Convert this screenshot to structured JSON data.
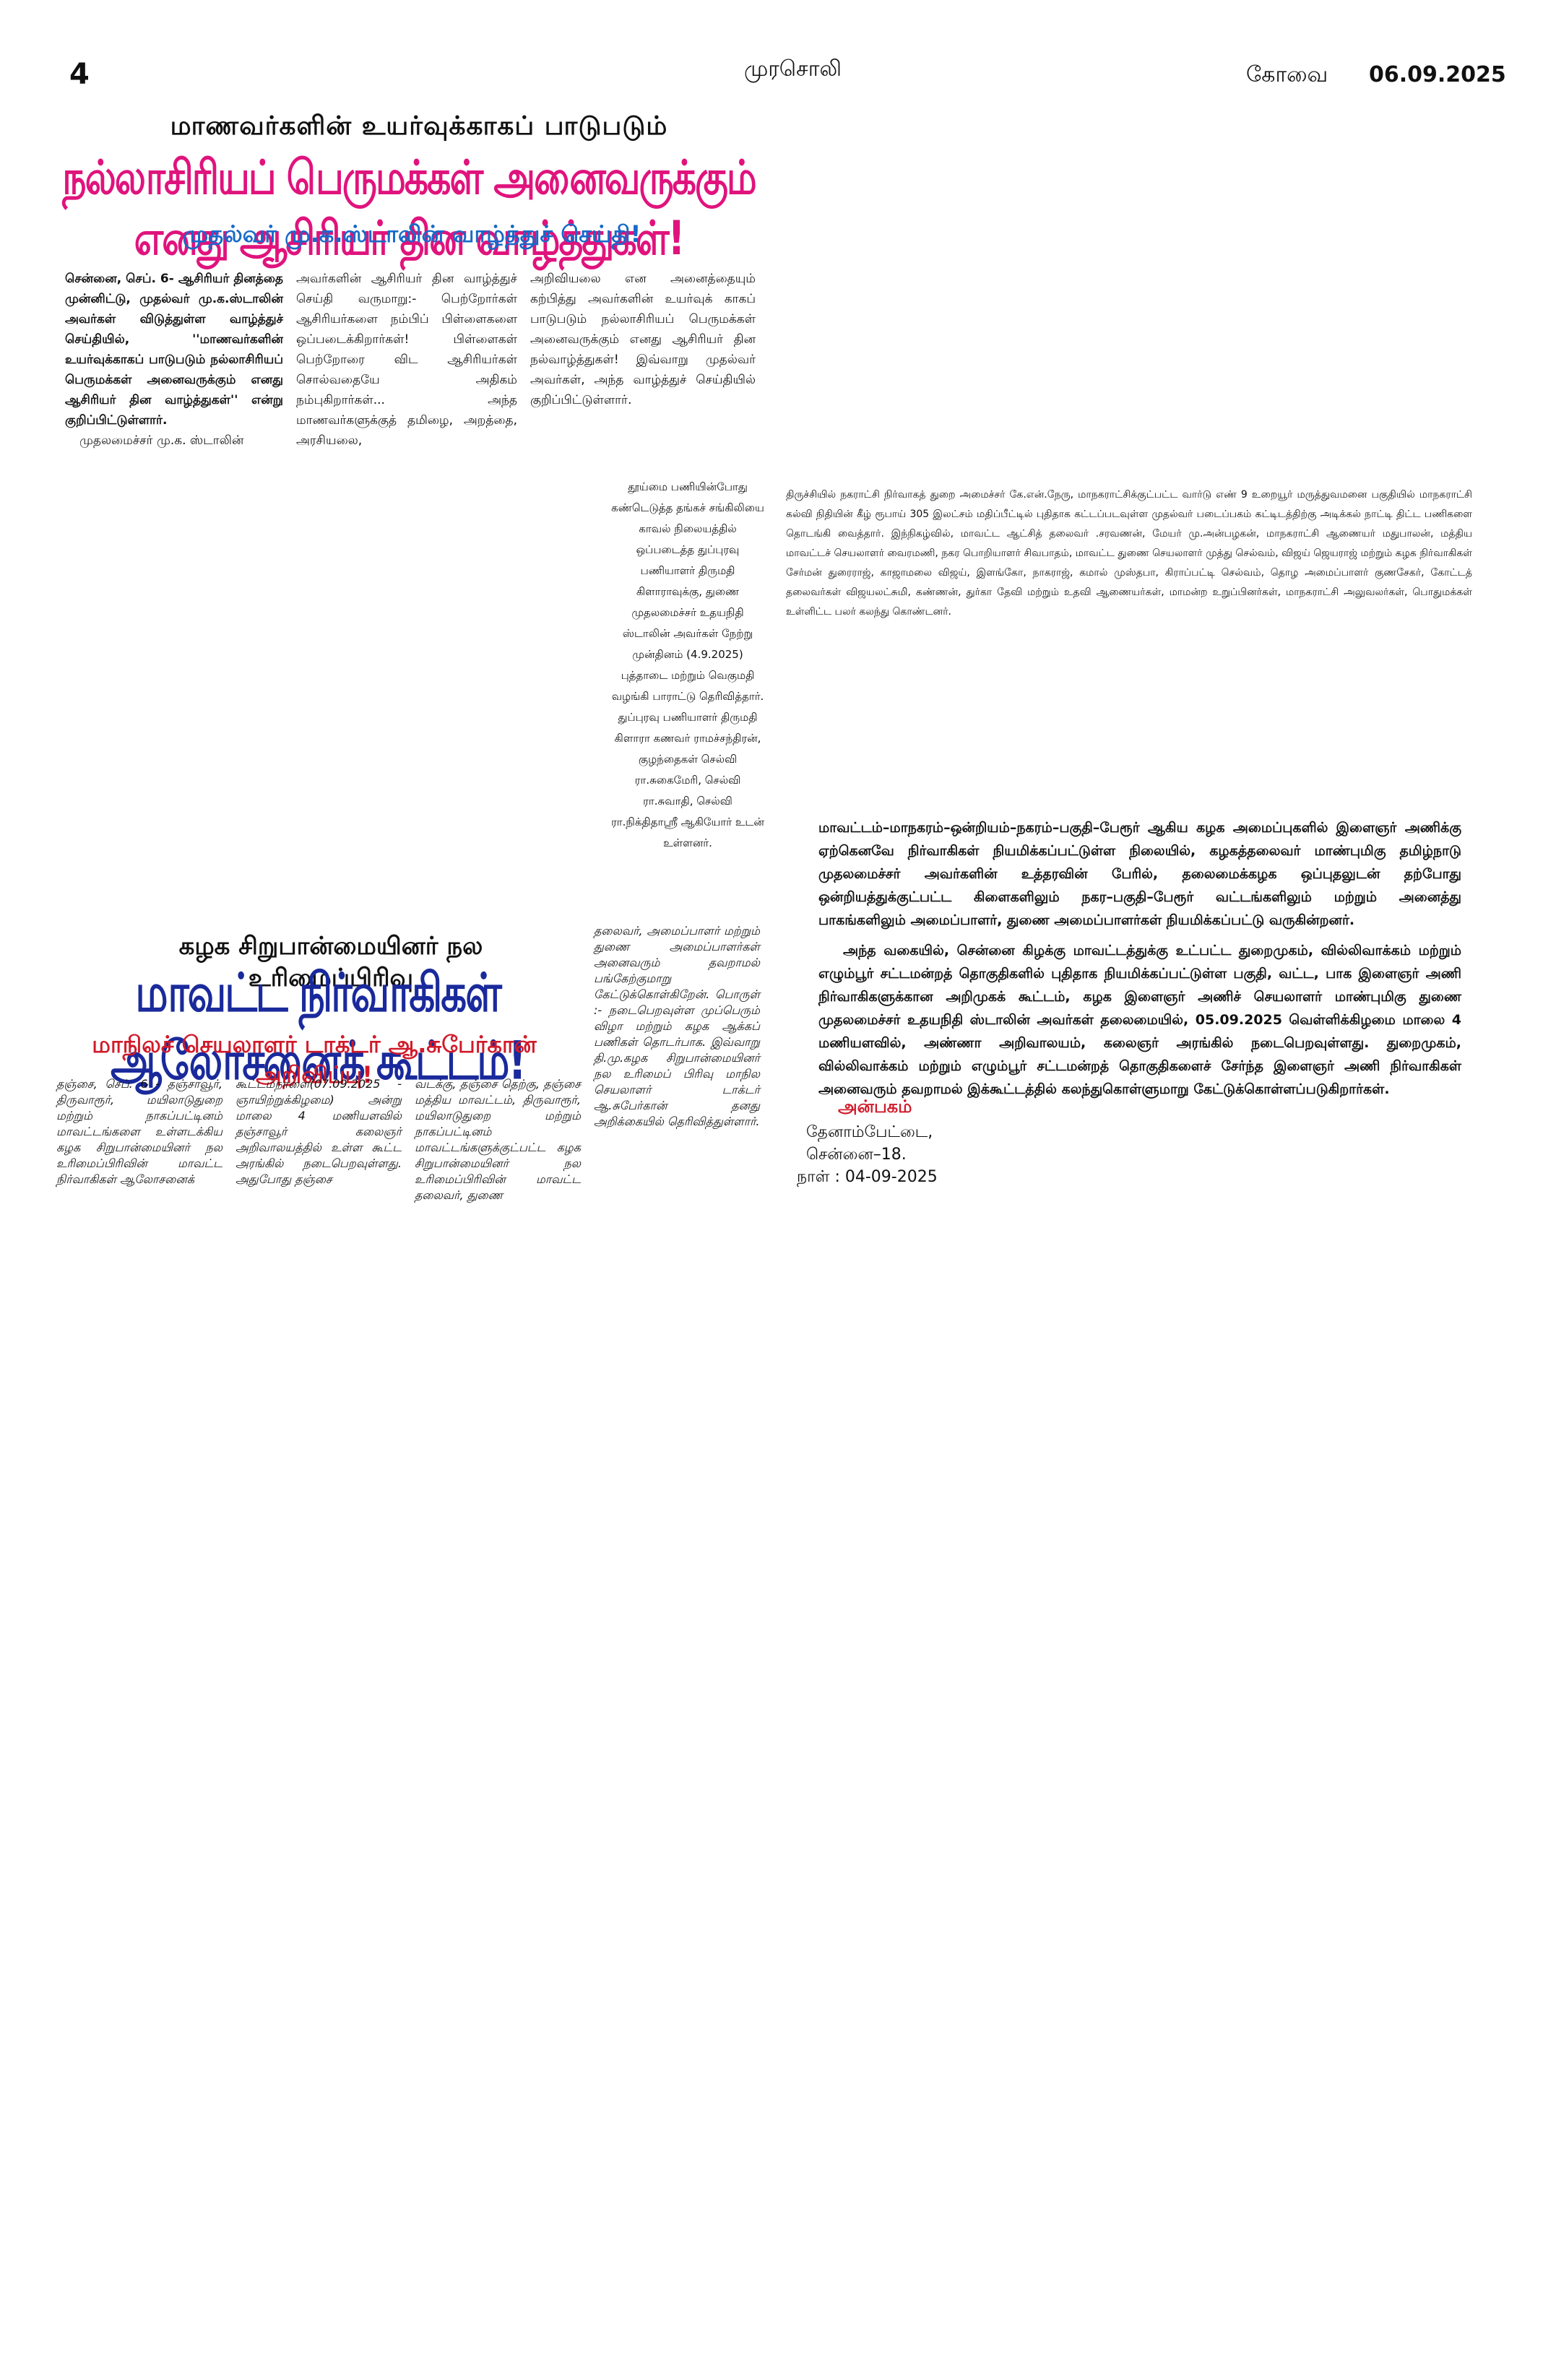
{
  "header": {
    "page_number": "4",
    "paper_name": "முரசொலி",
    "edition": "கோவை",
    "date": "06.09.2025"
  },
  "article1": {
    "kicker": "மாணவர்களின் உயர்வுக்காகப் பாடுபடும்",
    "headline": "நல்லாசிரியப் பெருமக்கள் அனைவருக்கும் எனது ஆசிரியர் தின வாழ்த்துகள்!",
    "subhead": "முதல்வர் மு.க.ஸ்டாலின் வாழ்த்துச் செய்தி!",
    "col1_lead_bold": "சென்னை, செப். 6- ஆசிரியர் தினத்தை முன்னிட்டு, முதல்வர் மு.க.ஸ்டாலின் அவர்கள் விடுத்துள்ள வாழ்த்துச் செய்தியில், ''மாணவர்களின் உயர்வுக்காகப் பாடுபடும் நல்லாசிரியப் பெருமக்கள் அனைவருக்கும் எனது ஆசிரியர் தின வாழ்த்துகள்'' என்று குறிப்பிட்டுள்ளார்.",
    "col1_rest": "முதலமைச்சர் மு.க. ஸ்டாலின்",
    "col2": "அவர்களின் ஆசிரியர் தின வாழ்த்துச் செய்தி வருமாறு:- பெற்றோர்கள் ஆசிரியர்களை நம்பிப் பிள்ளைகளை ஒப்படைக்கிறார்கள்! பிள்ளைகள் பெற்றோரை விட ஆசிரியர்கள் சொல்வதையே அதிகம் நம்புகிறார்கள்... அந்த மாணவர்களுக்குத் தமிழை, அறத்தை, அரசியலை,",
    "col3": "அறிவியலை என அனைத்தையும் கற்பித்து அவர்களின் உயர்வுக் காகப் பாடுபடும் நல்லாசிரியப் பெருமக்கள் அனைவருக்கும் எனது ஆசிரியர் தின நல்வாழ்த்துகள்! இவ்வாறு முதல்வர் அவர்கள், அந்த வாழ்த்துச் செய்தியில் குறிப்பிட்டுள்ளார்."
  },
  "photo_caption_1": "தூய்மை பணியின்போது கண்டெடுத்த தங்கச் சங்கிலியை காவல் நிலையத்தில் ஒப்படைத்த துப்புரவு பணியாளர் திருமதி கிளாராவுக்கு, துணை முதலமைச்சர் உதயநிதி ஸ்டாலின் அவர்கள் நேற்று முன்தினம் (4.9.2025) புத்தாடை மற்றும் வெகுமதி வழங்கி பாராட்டு தெரிவித்தார். துப்புரவு பணியாளர் திருமதி கிளாரா கணவர் ராமச்சந்திரன், குழந்தைகள் செல்வி ரா.சுகைமேரி, செல்வி ரா.சுவாதி, செல்வி ரா.நிக்திதாஸ்ரீ ஆகியோர் உடன் உள்ளனர்.",
  "photo_caption_2": "திருச்சியில் நகராட்சி நிர்வாகத் துறை அமைச்சர் கே.என்.நேரு, மாநகராட்சிக்குட்பட்ட வார்டு எண் 9 உறையூர் மருத்துவமனை பகுதியில் மாநகராட்சி கல்வி நிதியின் கீழ் ரூபாய் 305 இலட்சம் மதிப்பீட்டில் புதிதாக கட்டப்படவுள்ள முதல்வர் படைப்பகம் கட்டிடத்திற்கு அடிக்கல் நாட்டி திட்ட பணிகளை தொடங்கி வைத்தார். இந்நிகழ்வில், மாவட்ட ஆட்சித் தலைவர் .சரவணன், மேயர் மு.அன்பழகன், மாநகராட்சி ஆணையர் மதுபாலன், மத்திய மாவட்டச் செயலாளர் வைரமணி, நகர பொறியாளர் சிவபாதம், மாவட்ட துணை செயலாளர் முத்து செல்வம், விஜய் ஜெயராஜ் மற்றும் கழக நிர்வாகிகள் சேர்மன் துரைராஜ், காஜாமலை விஜய், இளங்கோ, நாகராஜ், கமால் முஸ்தபா, கிராப்பட்டி செல்வம், தொழ அமைப்பாளர் குணசேகர், கோட்டத் தலைவர்கள் விஜயலட்சுமி, கண்ணன், துர்கா தேவி மற்றும் உதவி ஆணையர்கள், மாமன்ற உறுப்பினர்கள், மாநகராட்சி அலுவலர்கள், பொதுமக்கள் உள்ளிட்ட பலர் கலந்து கொண்டனர்.",
  "article2": {
    "kicker": "கழக சிறுபான்மையினர் நல உரிமைப்பிரிவு",
    "headline": "மாவட்ட நிர்வாகிகள் ஆலோசனைக் கூட்டம்!",
    "subhead": "மாநிலச் செயலாளர் டாக்டர் ஆ.சுபேர்கான் அறிவிப்பு!",
    "col1": "தஞ்சை, செப். 6 - தஞ்சாவூர், திருவாரூர், மயிலாடுதுறை மற்றும் நாகப்பட்டினம் மாவட்டங்களை உள்ளடக்கிய கழக சிறுபான்மையினர் நல உரிமைப்பிரிவின் மாவட்ட நிர்வாகிகள் ஆலோசனைக்",
    "col2": "கூட்டம்நாளை(07.09.2025 - ஞாயிற்றுக்கிழமை) அன்று மாலை 4 மணியளவில் தஞ்சாவூர் கலைஞர் அறிவாலயத்தில் உள்ள கூட்ட அரங்கில் நடைபெறவுள்ளது. அதுபோது தஞ்சை",
    "col3": "வடக்கு, தஞ்சை தெற்கு, தஞ்சை மத்திய மாவட்டம், திருவாரூர், மயிலாடுதுறை மற்றும் நாகப்பட்டினம் மாவட்டங்களுக்குட்பட்ட கழக சிறுபான்மையினர் நல உரிமைப்பிரிவின் மாவட்ட தலைவர், துணை",
    "col4": "தலைவர், அமைப்பாளர் மற்றும் துணை அமைப்பாளர்கள் அனைவரும் தவறாமல் பங்கேற்குமாறு கேட்டுக்கொள்கிறேன். பொருள் :- நடைபெறவுள்ள முப்பெரும் விழா மற்றும் கழக ஆக்கப் பணிகள் தொடர்பாக. இவ்வாறு தி.மு.கழக சிறுபான்மையினர் நல உரிமைப் பிரிவு மாநில செயலாளர் டாக்டர் ஆ.சுபேர்கான் தனது அறிக்கையில் தெரிவித்துள்ளார்."
  },
  "notice": {
    "para1": "மாவட்டம்–மாநகரம்–ஒன்றியம்–நகரம்–பகுதி–பேரூர் ஆகிய கழக அமைப்புகளில் இளைஞர் அணிக்கு ஏற்கெனவே நிர்வாகிகள் நியமிக்கப்பட்டுள்ள நிலையில், கழகத்தலைவர் மாண்புமிகு தமிழ்நாடு முதலமைச்சர் அவர்களின் உத்தரவின் பேரில், தலைமைக்கழக ஒப்புதலுடன் தற்போது ஒன்றியத்துக்குட்பட்ட கிளைகளிலும் நகர–பகுதி–பேரூர் வட்டங்களிலும் மற்றும் அனைத்து பாகங்களிலும் அமைப்பாளர், துணை அமைப்பாளர்கள் நியமிக்கப்பட்டு வருகின்றனர்.",
    "para2": "அந்த வகையில், சென்னை கிழக்கு மாவட்டத்துக்கு உட்பட்ட துறைமுகம், வில்லிவாக்கம் மற்றும் எழும்பூர் சட்டமன்றத் தொகுதிகளில் புதிதாக நியமிக்கப்பட்டுள்ள பகுதி, வட்ட, பாக இளைஞர் அணி நிர்வாகிகளுக்கான அறிமுகக் கூட்டம், கழக இளைஞர் அணிச் செயலாளர் மாண்புமிகு துணை முதலமைச்சர் உதயநிதி ஸ்டாலின் அவர்கள் தலைமையில், 05.09.2025 வெள்ளிக்கிழமை மாலை 4 மணியளவில், அண்ணா அறிவாலயம், கலைஞர் அரங்கில் நடைபெறவுள்ளது. துறைமுகம், வில்லிவாக்கம் மற்றும் எழும்பூர் சட்டமன்றத் தொகுதிகளைச் சேர்ந்த இளைஞர் அணி நிர்வாகிகள் அனைவரும் தவறாமல் இக்கூட்டத்தில் கலந்துகொள்ளுமாறு கேட்டுக்கொள்ளப்படுகிறார்கள்.",
    "sign_title": "அன்பகம்",
    "sign_line1": "தேனாம்பேட்டை,",
    "sign_line2": "சென்னை–18.",
    "sign_line3": "நாள் : 04-09-2025"
  },
  "colors": {
    "headline_pink": "#e0137d",
    "subhead_blue": "#1769c9",
    "headline_navy": "#1a2a9c",
    "accent_red": "#d11a2a"
  }
}
